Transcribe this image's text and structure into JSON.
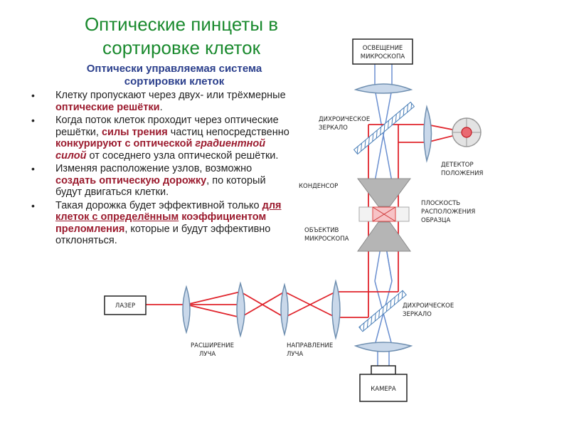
{
  "title_line1": "Оптические пинцеты в",
  "title_line2": "сортировке клеток",
  "subtitle_line1": "Оптически управляемая система",
  "subtitle_line2": "сортировки клеток",
  "bullets": {
    "b1": {
      "t1": "Клетку пропускают через двух- или трёхмерные ",
      "h1": "оптические решётки",
      "t2": "."
    },
    "b2": {
      "t1": "Когда поток клеток проходит через оптические решётки, ",
      "h1": "силы трения",
      "t2": " частиц непосредственно ",
      "h2": "конкурируют с оптической ",
      "h3": "градиентной силой",
      "t3": " от соседнего узла оптической решётки."
    },
    "b3": {
      "t1": "Изменяя расположение узлов, возможно ",
      "h1": "создать оптическую дорожку",
      "t2": ", по который будут двигаться клетки."
    },
    "b4": {
      "t1": "Такая дорожка будет эффективной только ",
      "h1": "для клеток с определённым",
      "h2": " коэффициентом преломления",
      "t2": ", которые и будут эффективно отклоняться."
    }
  },
  "diagram": {
    "illumination": [
      "ОСВЕЩЕНИЕ",
      "МИКРОСКОПА"
    ],
    "dichroic_top": [
      "ДИХРОИЧЕСКОЕ",
      "ЗЕРКАЛО"
    ],
    "detector": [
      "ДЕТЕКТОР",
      "ПОЛОЖЕНИЯ"
    ],
    "condenser": "КОНДЕНСОР",
    "sample_plane": [
      "ПЛОСКОСТЬ",
      "РАСПОЛОЖЕНИЯ",
      "ОБРАЗЦА"
    ],
    "objective": [
      "ОБЪЕКТИВ",
      "МИКРОСКОПА"
    ],
    "laser": "ЛАЗЕР",
    "dichroic_bottom": [
      "ДИХРОИЧЕСКОЕ",
      "ЗЕРКАЛО"
    ],
    "beam_expansion": [
      "РАСШИРЕНИЕ",
      "ЛУЧА"
    ],
    "beam_direction": [
      "НАПРАВЛЕНИЕ",
      "ЛУЧА"
    ],
    "camera": "КАМЕРА"
  },
  "colors": {
    "title": "#1a8a2e",
    "subtitle": "#2b3f8c",
    "highlight": "#9b1b2e",
    "laser_beam": "#e0242c",
    "light_beam": "#6a8fd0",
    "lens_fill": "#c9d8ea"
  }
}
